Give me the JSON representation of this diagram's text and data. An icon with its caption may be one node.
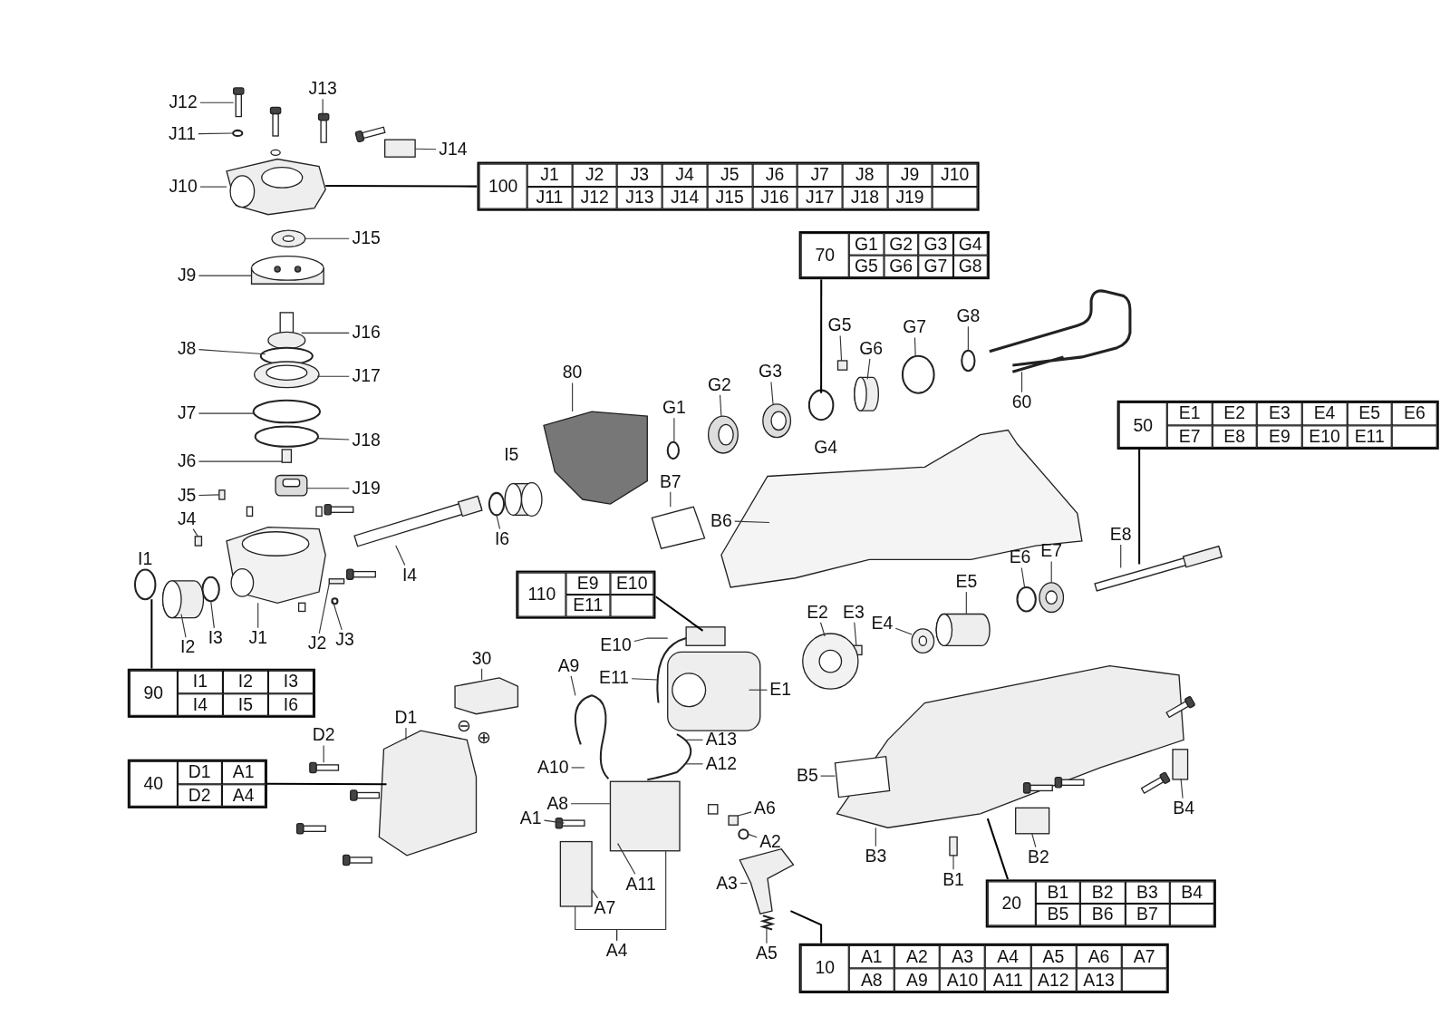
{
  "diagram": {
    "nodes": [
      {
        "text": [
          "J12"
        ]
      },
      {
        "text": [
          "J11"
        ]
      },
      {
        "text": [
          "J13"
        ]
      },
      {
        "text": [
          "J14"
        ]
      },
      {
        "text": [
          "J10"
        ]
      },
      {
        "text": [
          "100",
          "J1",
          "J2",
          "J3",
          "J4",
          "J5",
          "J6",
          "J7",
          "J8",
          "J9",
          "J10",
          "J11",
          "J12",
          "J13",
          "J14",
          "J15",
          "J16",
          "J17",
          "J18",
          "J19"
        ]
      },
      {
        "text": [
          "J15"
        ]
      },
      {
        "text": [
          "J9"
        ]
      },
      {
        "text": [
          "J16"
        ]
      },
      {
        "text": [
          "J8"
        ]
      },
      {
        "text": [
          "J17"
        ]
      },
      {
        "text": [
          "J7"
        ]
      },
      {
        "text": [
          "J18"
        ]
      },
      {
        "text": [
          "J6"
        ]
      },
      {
        "text": [
          "J19"
        ]
      },
      {
        "text": [
          "J5"
        ]
      },
      {
        "text": [
          "J4"
        ]
      },
      {
        "text": [
          "I2"
        ]
      },
      {
        "text": [
          "I3"
        ]
      },
      {
        "text": [
          "J1"
        ]
      },
      {
        "text": [
          "J2"
        ]
      },
      {
        "text": [
          "J3"
        ]
      },
      {
        "text": [
          "90",
          "I1",
          "I2",
          "I3",
          "I4",
          "I5",
          "I6"
        ]
      },
      {
        "text": [
          "I4"
        ]
      },
      {
        "text": [
          "I6"
        ]
      },
      {
        "text": [
          "80"
        ]
      },
      {
        "text": [
          "70",
          "G1",
          "G2",
          "G3",
          "G4",
          "G5",
          "G6",
          "G7",
          "G8"
        ]
      },
      {
        "text": [
          "G1"
        ]
      },
      {
        "text": [
          "G2"
        ]
      },
      {
        "text": [
          "G3"
        ]
      },
      {
        "text": [
          "G5"
        ]
      },
      {
        "text": [
          "G6"
        ]
      },
      {
        "text": [
          "G7"
        ]
      },
      {
        "text": [
          "G8"
        ]
      },
      {
        "text": [
          "60"
        ]
      },
      {
        "text": [
          "50",
          "E1",
          "E2",
          "E3",
          "E4",
          "E5",
          "E6",
          "E7",
          "E8",
          "E9",
          "E10",
          "E11"
        ]
      },
      {
        "text": [
          "B7"
        ]
      },
      {
        "text": [
          "B6"
        ]
      },
      {
        "text": [
          "E8"
        ]
      },
      {
        "text": [
          "E6"
        ]
      },
      {
        "text": [
          "E7"
        ]
      },
      {
        "text": [
          "110",
          "E9",
          "E10",
          "E11"
        ]
      },
      {
        "text": [
          "E5"
        ]
      },
      {
        "text": [
          "E2"
        ]
      },
      {
        "text": [
          "E3"
        ]
      },
      {
        "text": [
          "E4"
        ]
      },
      {
        "text": [
          "E10"
        ]
      },
      {
        "text": [
          "E11"
        ]
      },
      {
        "text": [
          "E1"
        ]
      },
      {
        "text": [
          "30"
        ]
      },
      {
        "text": [
          "A9"
        ]
      },
      {
        "text": [
          "A13"
        ]
      },
      {
        "text": [
          "A12"
        ]
      },
      {
        "text": [
          "A10"
        ]
      },
      {
        "text": [
          "D1"
        ]
      },
      {
        "text": [
          "D2"
        ]
      },
      {
        "text": [
          "40",
          "D1",
          "A1",
          "D2",
          "A4"
        ]
      },
      {
        "text": [
          "B5"
        ]
      },
      {
        "text": [
          "A8"
        ]
      },
      {
        "text": [
          "A6"
        ]
      },
      {
        "text": [
          "B4"
        ]
      },
      {
        "text": [
          "A1"
        ]
      },
      {
        "text": [
          "A2"
        ]
      },
      {
        "text": [
          "B3"
        ]
      },
      {
        "text": [
          "B2"
        ]
      },
      {
        "text": [
          "B1"
        ]
      },
      {
        "text": [
          "A11"
        ]
      },
      {
        "text": [
          "A3"
        ]
      },
      {
        "text": [
          "20",
          "B1",
          "B2",
          "B3",
          "B4",
          "B5",
          "B6",
          "B7"
        ]
      },
      {
        "text": [
          "A7"
        ]
      },
      {
        "text": [
          "A4"
        ]
      },
      {
        "text": [
          "A5"
        ]
      },
      {
        "text": [
          "10",
          "A1",
          "A2",
          "A3",
          "A4",
          "A5",
          "A6",
          "A7",
          "A8",
          "A9",
          "A10",
          "A11",
          "A12",
          "A13"
        ]
      },
      {
        "text": [],
        "shape": "picture"
      },
      {
        "text": [],
        "shape": "circle"
      },
      {
        "text": [],
        "shape": "picture"
      },
      {
        "text": [],
        "shape": "box"
      },
      {
        "text": [],
        "shape": "picture"
      },
      {
        "text": [],
        "shape": "picture"
      },
      {
        "text": [],
        "shape": "picture"
      },
      {
        "text": [],
        "shape": "picture"
      },
      {
        "text": [],
        "shape": "circle"
      },
      {
        "text": [],
        "shape": "picture"
      },
      {
        "text": [],
        "shape": "circle"
      },
      {
        "text": [],
        "shape": "circle"
      },
      {
        "text": [],
        "shape": "box"
      },
      {
        "text": [],
        "shape": "picture"
      },
      {
        "text": [],
        "shape": "box"
      },
      {
        "text": [],
        "shape": "box"
      },
      {
        "text": [],
        "shape": "picture"
      },
      {
        "text": [],
        "shape": "box"
      },
      {
        "text": [],
        "shape": "circle"
      },
      {
        "text": [],
        "shape": "circle"
      },
      {
        "text": [],
        "shape": "cylinder"
      },
      {
        "text": [],
        "shape": "circle"
      },
      {
        "text": [],
        "shape": "picture"
      },
      {
        "text": [],
        "shape": "circle"
      },
      {
        "text": [],
        "shape": "picture"
      },
      {
        "text": [],
        "shape": "picture"
      },
      {
        "text": [],
        "shape": "circle"
      },
      {
        "text": [],
        "shape": "picture"
      },
      {
        "text": [],
        "shape": "picture"
      },
      {
        "text": [],
        "shape": "circle"
      },
      {
        "text": [],
        "shape": "box"
      },
      {
        "text": [],
        "shape": "cylinder"
      },
      {
        "text": [],
        "shape": "circle"
      },
      {
        "text": [],
        "shape": "circle"
      },
      {
        "text": [],
        "shape": "picture"
      },
      {
        "text": [],
        "shape": "picture"
      },
      {
        "text": [],
        "shape": "picture"
      },
      {
        "text": [],
        "shape": "circle"
      },
      {
        "text": [],
        "shape": "picture"
      },
      {
        "text": [],
        "shape": "cylinder"
      },
      {
        "text": [],
        "shape": "picture"
      },
      {
        "text": [],
        "shape": "box"
      },
      {
        "text": [],
        "shape": "picture"
      },
      {
        "text": [],
        "shape": "picture"
      },
      {
        "text": [],
        "shape": "box"
      },
      {
        "text": [],
        "shape": "picture"
      },
      {
        "text": [],
        "shape": "picture"
      },
      {
        "text": [],
        "shape": "picture"
      },
      {
        "text": [],
        "shape": "picture"
      },
      {
        "text": [],
        "shape": "box"
      },
      {
        "text": [],
        "shape": "box"
      },
      {
        "text": [],
        "shape": "picture"
      },
      {
        "text": [],
        "shape": "box"
      },
      {
        "text": [],
        "shape": "circle"
      },
      {
        "text": [],
        "shape": "picture"
      },
      {
        "text": [],
        "shape": "picture"
      },
      {
        "text": [],
        "shape": "picture"
      },
      {
        "text": [],
        "shape": "picture"
      },
      {
        "text": [],
        "shape": "picture"
      },
      {
        "text": [],
        "shape": "picture"
      },
      {
        "text": [],
        "shape": "box"
      },
      {
        "text": [],
        "shape": "box"
      },
      {
        "text": [],
        "shape": "box"
      }
    ],
    "edges": [
      {
        "from": 0,
        "to": 73,
        "arrow": "none"
      },
      {
        "from": 1,
        "to": 74,
        "arrow": "none"
      },
      {
        "from": 2,
        "to": 75,
        "arrow": "none"
      },
      {
        "from": 3,
        "to": 76,
        "arrow": "none"
      },
      {
        "from": 4,
        "to": 77,
        "arrow": "none"
      },
      {
        "from": 5,
        "to": 77,
        "arrow": "none"
      },
      {
        "from": 6,
        "to": 78,
        "arrow": "none"
      },
      {
        "from": 7,
        "to": 79,
        "arrow": "none"
      },
      {
        "from": 8,
        "to": 80,
        "arrow": "none"
      },
      {
        "from": 9,
        "to": 81,
        "arrow": "none"
      },
      {
        "from": 10,
        "to": 82,
        "arrow": "none"
      },
      {
        "from": 11,
        "to": 83,
        "arrow": "none"
      },
      {
        "from": 12,
        "to": 84,
        "arrow": "none"
      },
      {
        "from": 13,
        "to": 85,
        "arrow": "none"
      },
      {
        "from": 14,
        "to": 86,
        "arrow": "none"
      },
      {
        "from": 15,
        "to": 87,
        "arrow": "none"
      },
      {
        "from": 16,
        "to": 88,
        "arrow": "none"
      },
      {
        "from": 17,
        "to": 93,
        "arrow": "none"
      },
      {
        "from": 18,
        "to": 94,
        "arrow": "none"
      },
      {
        "from": 19,
        "to": 89,
        "arrow": "none"
      },
      {
        "from": 20,
        "to": 90,
        "arrow": "none"
      },
      {
        "from": 21,
        "to": 91,
        "arrow": "none"
      },
      {
        "from": 22,
        "to": 92,
        "arrow": "none"
      },
      {
        "from": 23,
        "to": 95,
        "arrow": "none"
      },
      {
        "from": 24,
        "to": 96,
        "arrow": "none"
      },
      {
        "from": 25,
        "to": 97,
        "arrow": "none"
      },
      {
        "from": 26,
        "to": 102,
        "arrow": "none"
      },
      {
        "from": 27,
        "to": 99,
        "arrow": "none"
      },
      {
        "from": 28,
        "to": 100,
        "arrow": "none"
      },
      {
        "from": 29,
        "to": 101,
        "arrow": "none"
      },
      {
        "from": 30,
        "to": 103,
        "arrow": "none"
      },
      {
        "from": 31,
        "to": 104,
        "arrow": "none"
      },
      {
        "from": 32,
        "to": 105,
        "arrow": "none"
      },
      {
        "from": 33,
        "to": 106,
        "arrow": "none"
      },
      {
        "from": 34,
        "to": 107,
        "arrow": "none"
      },
      {
        "from": 35,
        "to": 109,
        "arrow": "none"
      },
      {
        "from": 36,
        "to": 98,
        "arrow": "none"
      },
      {
        "from": 37,
        "to": 108,
        "arrow": "none"
      },
      {
        "from": 38,
        "to": 109,
        "arrow": "none"
      },
      {
        "from": 39,
        "to": 110,
        "arrow": "none"
      },
      {
        "from": 40,
        "to": 111,
        "arrow": "none"
      },
      {
        "from": 41,
        "to": 117,
        "arrow": "none"
      },
      {
        "from": 42,
        "to": 112,
        "arrow": "none"
      },
      {
        "from": 43,
        "to": 115,
        "arrow": "none"
      },
      {
        "from": 44,
        "to": 114,
        "arrow": "none"
      },
      {
        "from": 45,
        "to": 113,
        "arrow": "none"
      },
      {
        "from": 46,
        "to": 118,
        "arrow": "none"
      },
      {
        "from": 47,
        "to": 118,
        "arrow": "none"
      },
      {
        "from": 48,
        "to": 116,
        "arrow": "none"
      },
      {
        "from": 49,
        "to": 119,
        "arrow": "none"
      },
      {
        "from": 50,
        "to": 120,
        "arrow": "none"
      },
      {
        "from": 51,
        "to": 121,
        "arrow": "none"
      },
      {
        "from": 52,
        "to": 121,
        "arrow": "none"
      },
      {
        "from": 53,
        "to": 120,
        "arrow": "none"
      },
      {
        "from": 54,
        "to": 129,
        "arrow": "none"
      },
      {
        "from": 55,
        "to": 130,
        "arrow": "none"
      },
      {
        "from": 56,
        "to": 129,
        "arrow": "none"
      },
      {
        "from": 57,
        "to": 132,
        "arrow": "none"
      },
      {
        "from": 58,
        "to": 122,
        "arrow": "none"
      },
      {
        "from": 59,
        "to": 125,
        "arrow": "none"
      },
      {
        "from": 60,
        "to": 133,
        "arrow": "none"
      },
      {
        "from": 61,
        "to": 124,
        "arrow": "none"
      },
      {
        "from": 62,
        "to": 126,
        "arrow": "none"
      },
      {
        "from": 63,
        "to": 131,
        "arrow": "none"
      },
      {
        "from": 64,
        "to": 134,
        "arrow": "none"
      },
      {
        "from": 65,
        "to": 135,
        "arrow": "none"
      },
      {
        "from": 66,
        "to": 122,
        "arrow": "none"
      },
      {
        "from": 67,
        "to": 127,
        "arrow": "none"
      },
      {
        "from": 68,
        "to": 131,
        "arrow": "none"
      },
      {
        "from": 69,
        "to": 123,
        "arrow": "none"
      },
      {
        "from": 70,
        "to": 122,
        "arrow": "none"
      },
      {
        "from": 71,
        "to": 128,
        "arrow": "none"
      },
      {
        "from": 72,
        "to": 127,
        "arrow": "none"
      },
      {
        "from": 70,
        "to": 123,
        "arrow": "none"
      }
    ],
    "labels": [
      "I1",
      "I5",
      "G4",
      "⊖",
      "⊕"
    ]
  }
}
